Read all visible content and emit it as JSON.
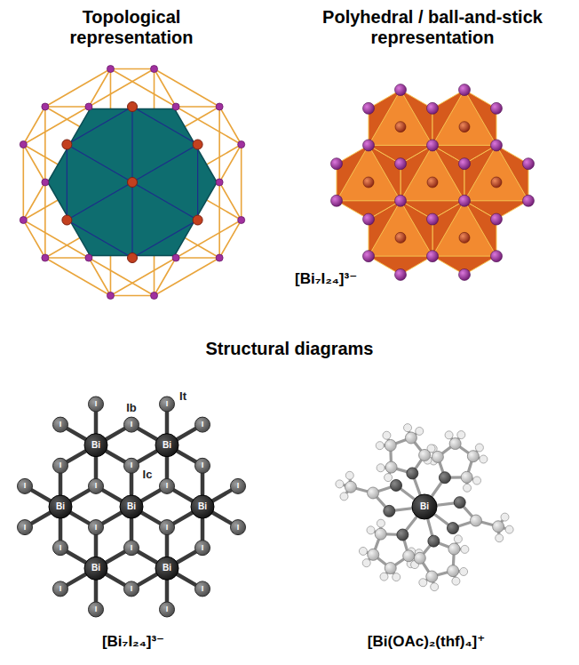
{
  "diagram": {
    "labels": [
      "Topological representation",
      "Polyhedral / ball-and-stick representation",
      "[Bi₇I₂₄]³⁻",
      "Structural diagrams",
      "Ib",
      "It",
      "Ic",
      "Bi",
      "Bi",
      "Bi",
      "Bi",
      "Bi",
      "Bi",
      "Bi",
      "I",
      "I",
      "I",
      "I",
      "I",
      "I",
      "I",
      "I",
      "I",
      "I",
      "I",
      "I",
      "I",
      "I",
      "I",
      "I",
      "I",
      "I",
      "I",
      "I",
      "I",
      "I",
      "I",
      "I",
      "[Bi₇I₂₄]³⁻",
      "Bi",
      "[Bi(OAc)₂(thf)₄]⁺"
    ]
  }
}
